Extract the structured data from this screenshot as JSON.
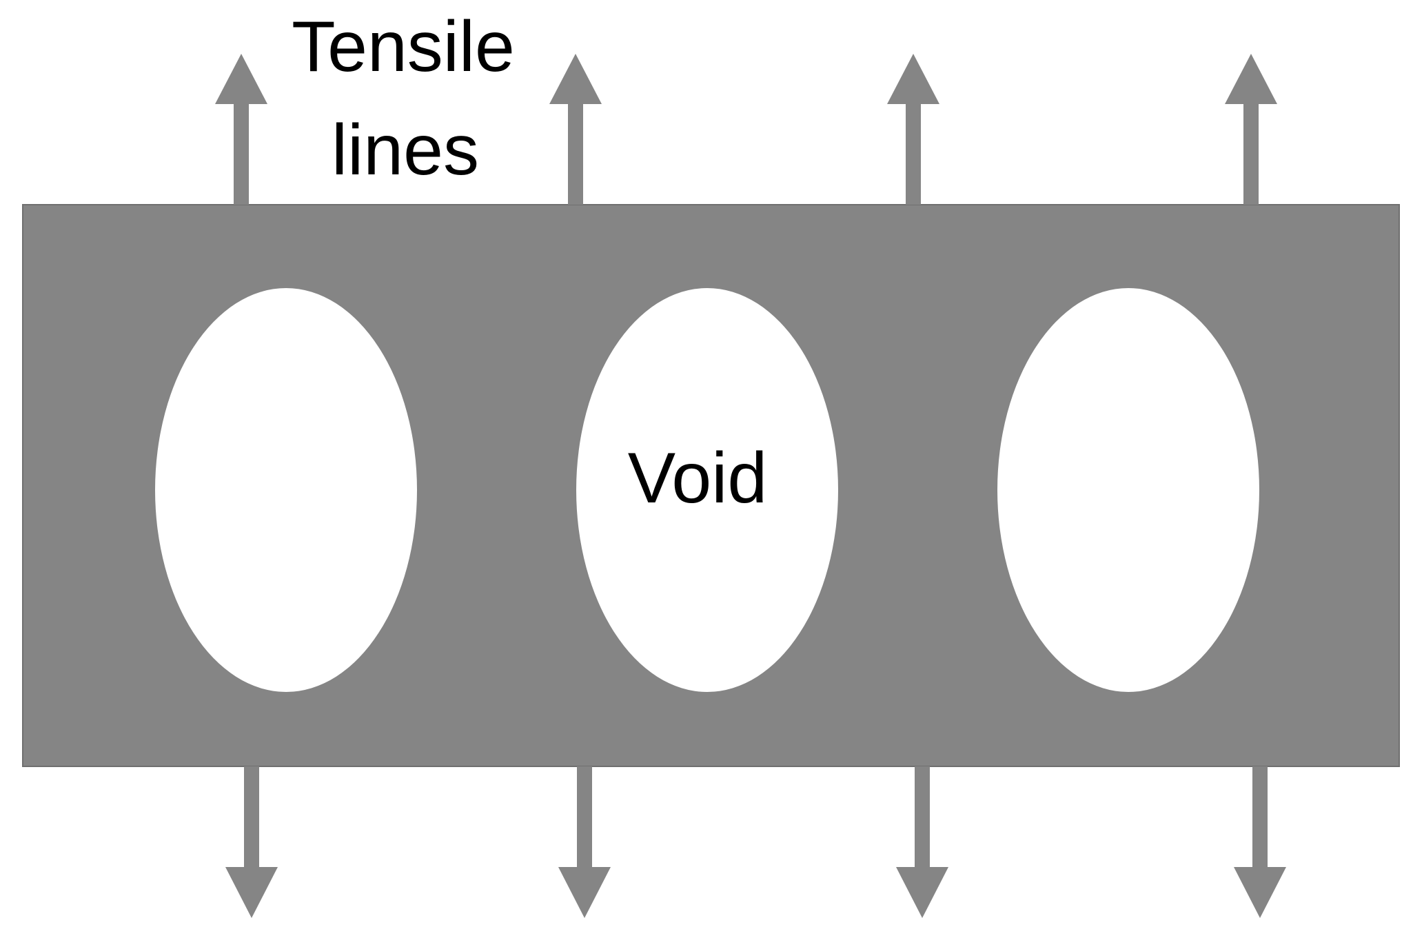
{
  "labels": {
    "tensile_line_1": "Tensile",
    "tensile_line_2": "lines",
    "void": "Void"
  },
  "colors": {
    "material": "#858585",
    "arrow": "#858585",
    "void": "#ffffff",
    "text": "#000000",
    "background": "#ffffff"
  },
  "diagram": {
    "void_count": 3,
    "arrow_count_top": 4,
    "arrow_count_bottom": 4,
    "arrow_direction_top": "up",
    "arrow_direction_bottom": "down"
  }
}
